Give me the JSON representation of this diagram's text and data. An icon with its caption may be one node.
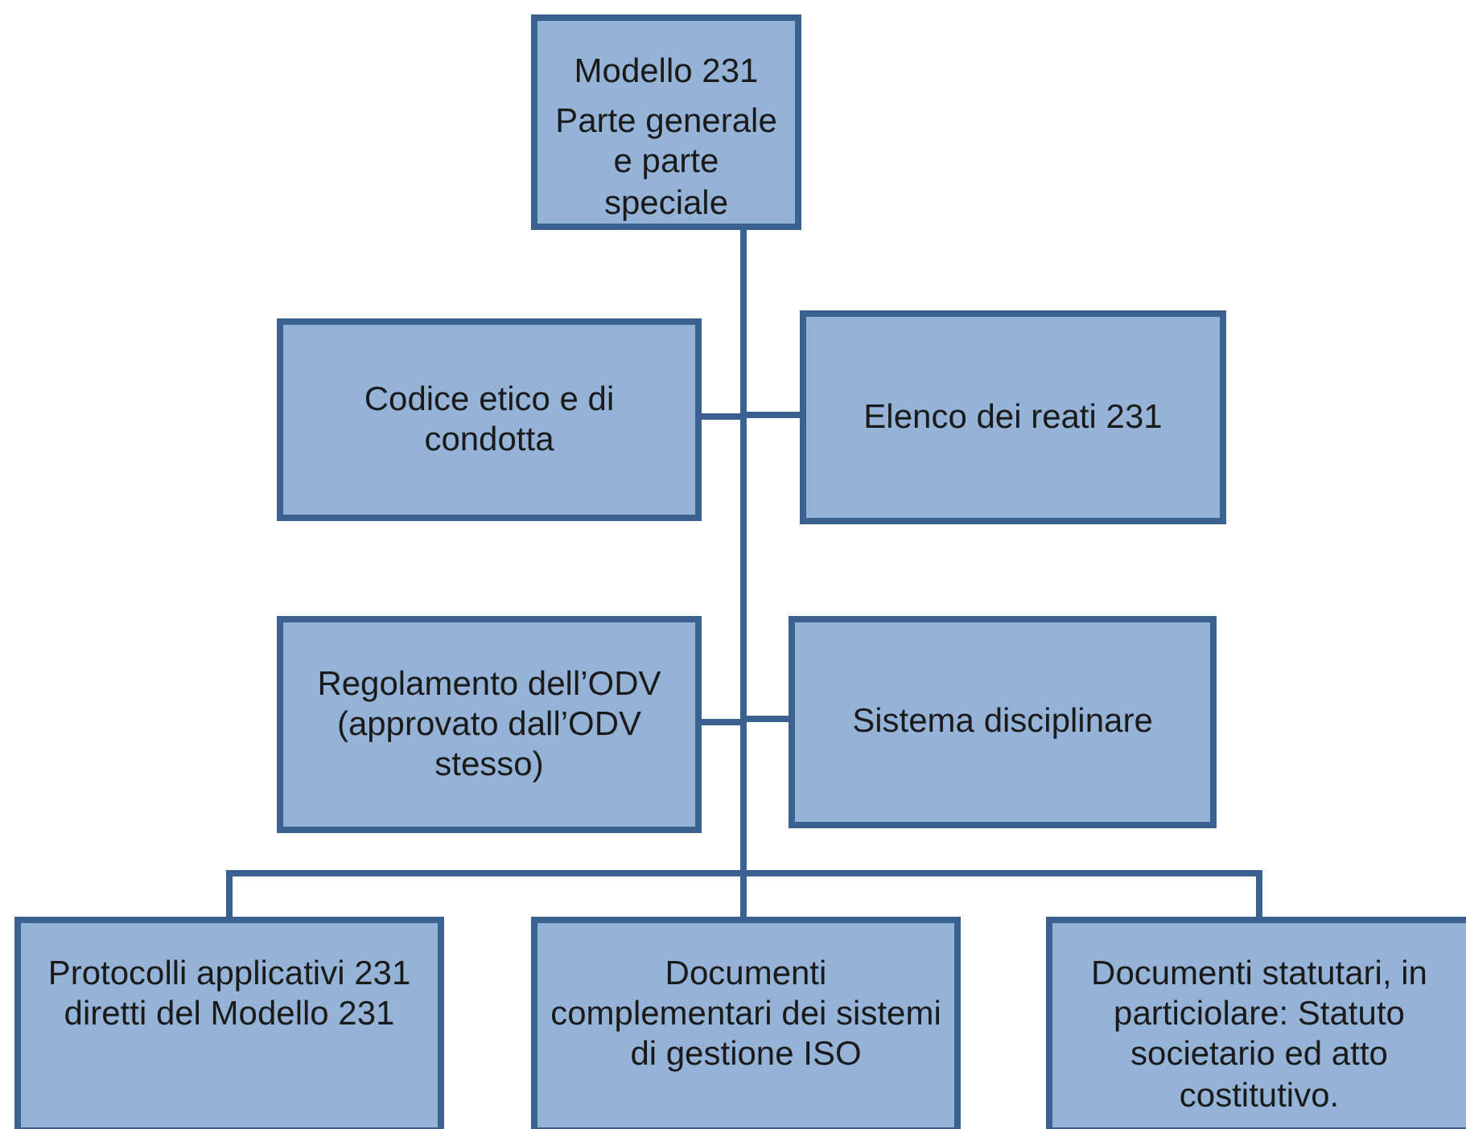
{
  "diagram": {
    "nodes": [
      {
        "text": [
          "Modello 231",
          "Parte generale e parte speciale"
        ]
      },
      {
        "text": [
          "Codice etico e di condotta"
        ]
      },
      {
        "text": [
          "Elenco dei reati 231"
        ]
      },
      {
        "text": [
          "Regolamento dell’ODV (approvato dall’ODV stesso)"
        ]
      },
      {
        "text": [
          "Sistema disciplinare"
        ]
      },
      {
        "text": [
          "Protocolli applicativi 231 diretti del Modello 231"
        ]
      },
      {
        "text": [
          "Documenti complementari dei sistemi di gestione ISO"
        ]
      },
      {
        "text": [
          "Documenti statutari, in particiolare: Statuto societario ed atto costitutivo."
        ]
      }
    ],
    "edges": [
      {
        "from": 0,
        "to": 1,
        "arrow": "none"
      },
      {
        "from": 0,
        "to": 2,
        "arrow": "none"
      },
      {
        "from": 0,
        "to": 3,
        "arrow": "none"
      },
      {
        "from": 0,
        "to": 4,
        "arrow": "none"
      },
      {
        "from": 0,
        "to": 5,
        "arrow": "none"
      },
      {
        "from": 0,
        "to": 6,
        "arrow": "none"
      },
      {
        "from": 0,
        "to": 7,
        "arrow": "none"
      }
    ]
  }
}
